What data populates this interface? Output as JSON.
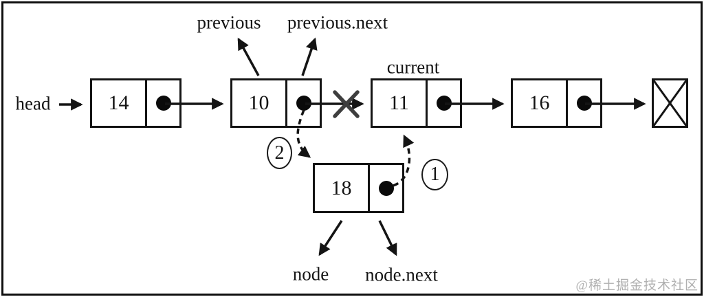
{
  "labels": {
    "head": "head",
    "previous": "previous",
    "previous_next": "previous.next",
    "current": "current",
    "node": "node",
    "node_next": "node.next"
  },
  "list_nodes": [
    {
      "value": "14"
    },
    {
      "value": "10"
    },
    {
      "value": "11"
    },
    {
      "value": "16"
    }
  ],
  "new_node": {
    "value": "18"
  },
  "steps": [
    {
      "label": "1"
    },
    {
      "label": "2"
    }
  ],
  "watermark": "@稀土掘金技术社区",
  "colors": {
    "line": "#141414",
    "break_mark": "#3e3e3e",
    "watermark": "#b0b0b0",
    "background": "#ffffff"
  }
}
